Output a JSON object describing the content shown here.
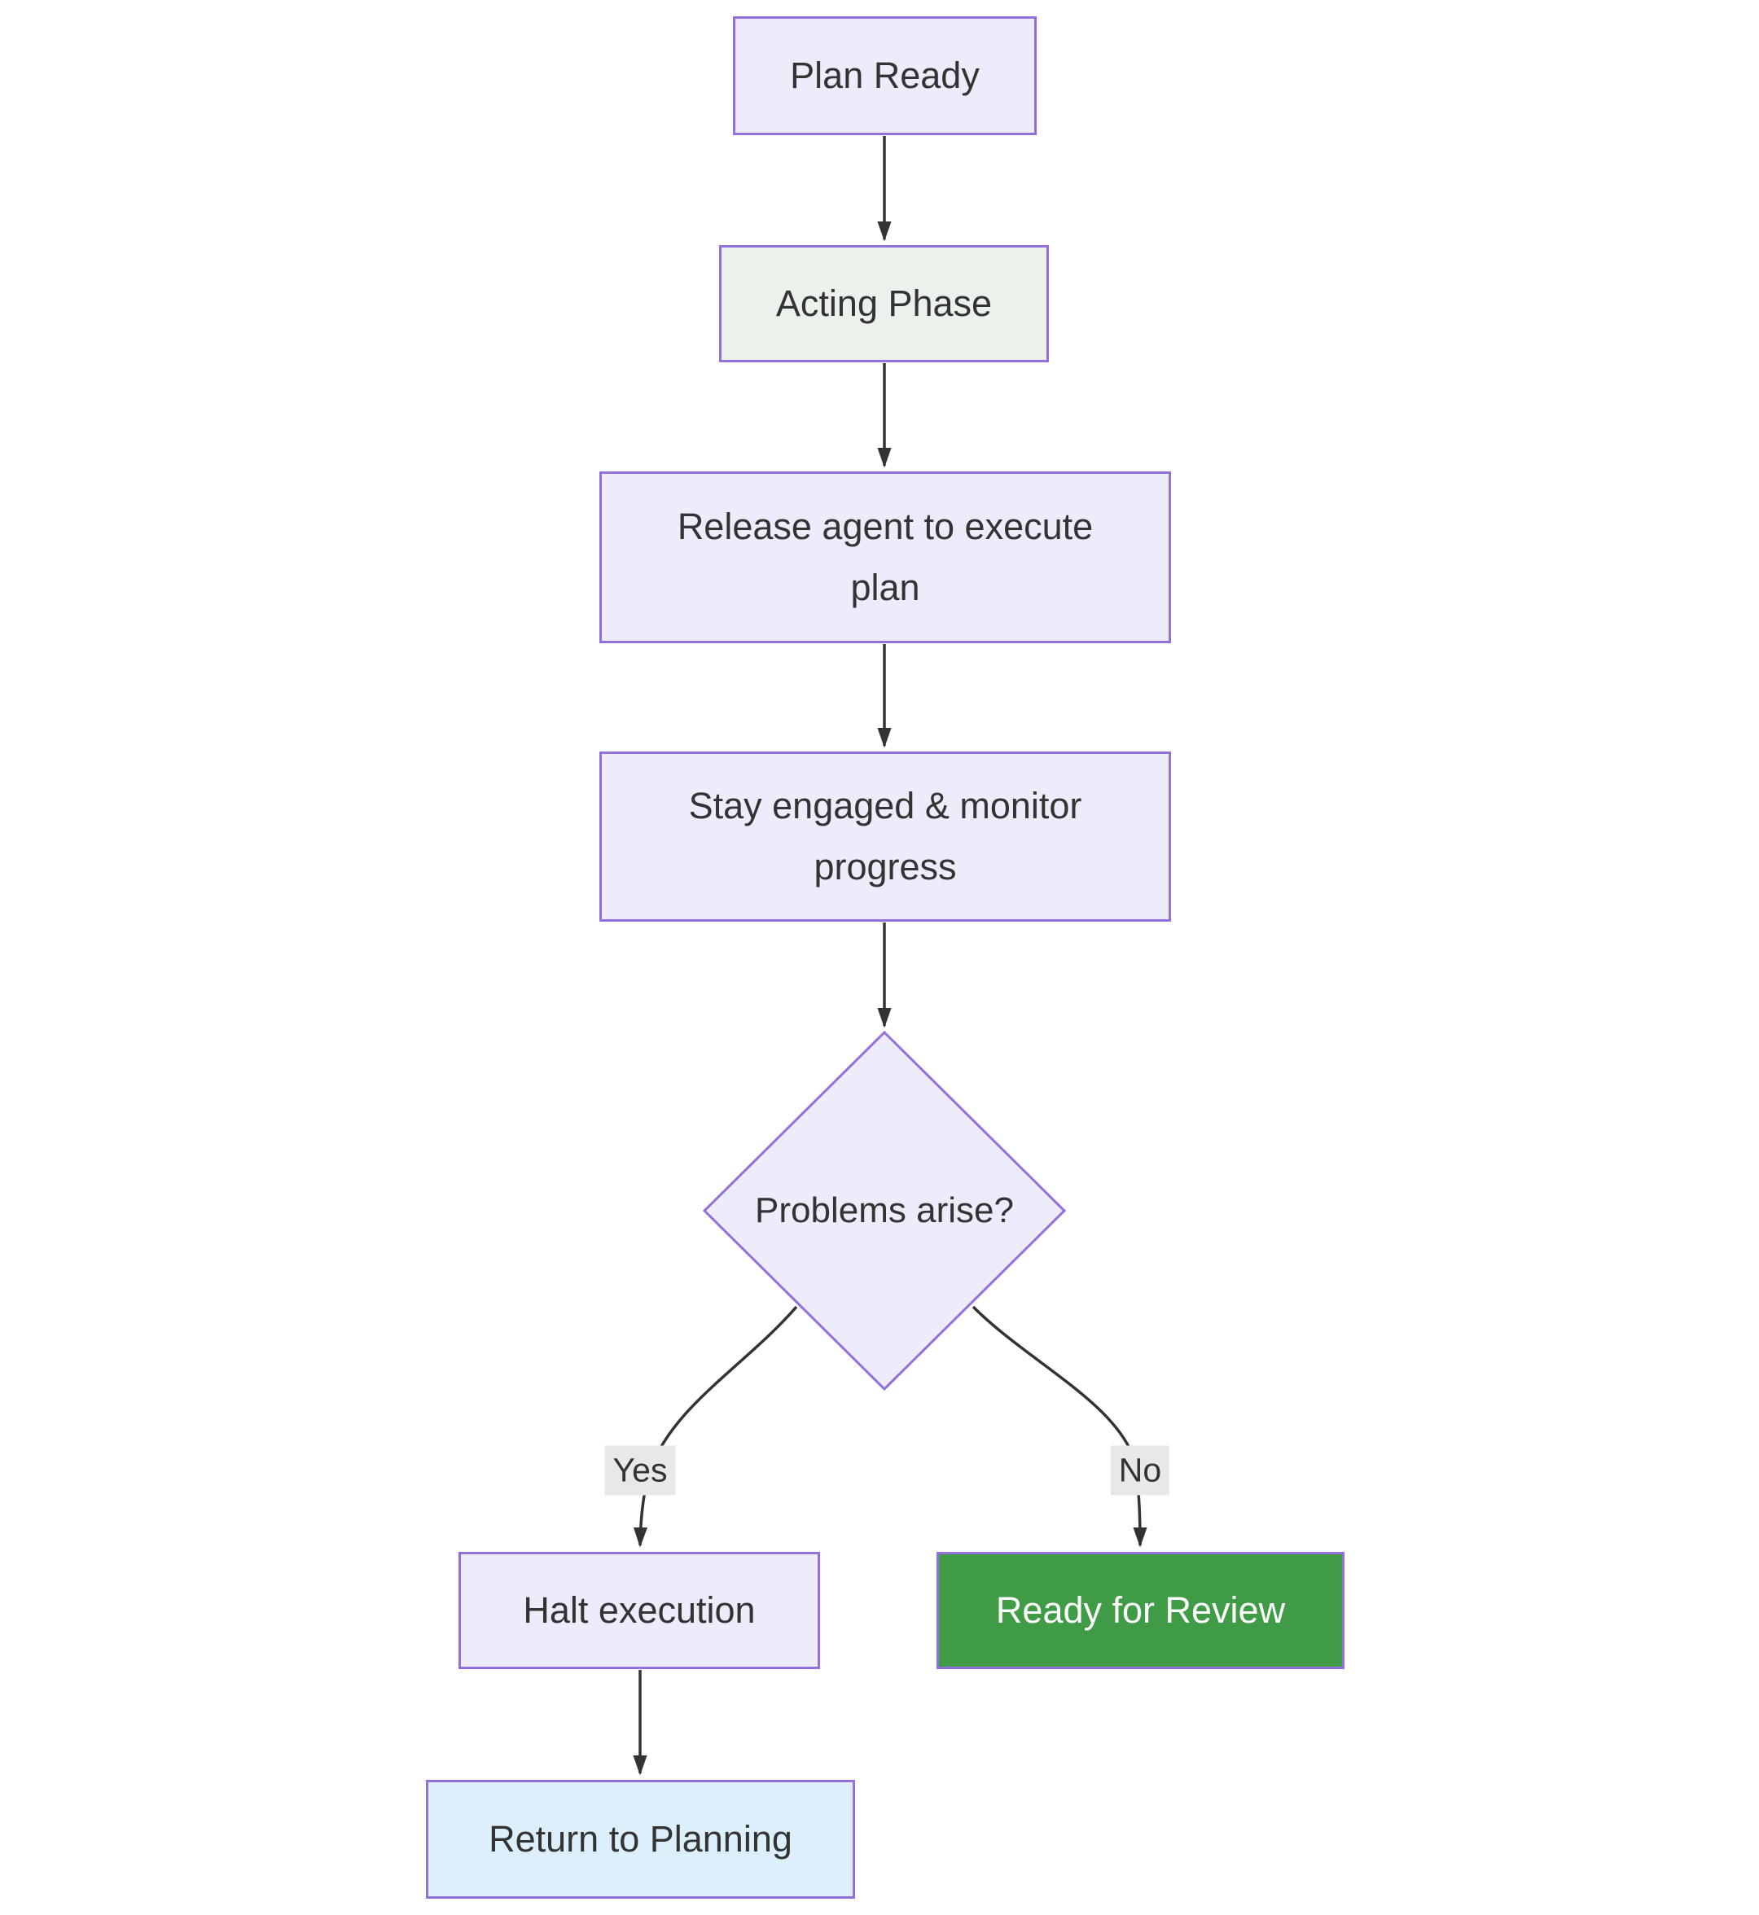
{
  "diagram_type": "flowchart",
  "background": "#FFFFFF",
  "colors": {
    "node_border": "#9370DB",
    "edge_line": "#333333",
    "default_node_fill": "#ECECFB",
    "acting_phase_fill": "#EBF1EB",
    "success_fill": "#3F9B45",
    "success_text": "#FFFFFF",
    "planning_fill": "#DDEFFB",
    "diamond_fill": "#ECECFB",
    "edge_label_bg": "#E8E8E8",
    "text": "#333333"
  },
  "nodes": {
    "plan_ready": {
      "label": "Plan Ready",
      "shape": "rect"
    },
    "acting_phase": {
      "label": "Acting Phase",
      "shape": "rect"
    },
    "release_agent": {
      "label": "Release agent to execute\nplan",
      "shape": "rect"
    },
    "monitor": {
      "label": "Stay engaged & monitor\nprogress",
      "shape": "rect"
    },
    "problems_arise": {
      "label": "Problems arise?",
      "shape": "diamond"
    },
    "halt_execution": {
      "label": "Halt execution",
      "shape": "rect"
    },
    "ready_for_review": {
      "label": "Ready for Review",
      "shape": "rect"
    },
    "return_to_planning": {
      "label": "Return to Planning",
      "shape": "rect"
    }
  },
  "edge_labels": {
    "yes": {
      "label": "Yes"
    },
    "no": {
      "label": "No"
    }
  },
  "edges": [
    {
      "from": "plan_ready",
      "to": "acting_phase"
    },
    {
      "from": "acting_phase",
      "to": "release_agent"
    },
    {
      "from": "release_agent",
      "to": "monitor"
    },
    {
      "from": "monitor",
      "to": "problems_arise"
    },
    {
      "from": "problems_arise",
      "to": "halt_execution",
      "label": "Yes"
    },
    {
      "from": "problems_arise",
      "to": "ready_for_review",
      "label": "No"
    },
    {
      "from": "halt_execution",
      "to": "return_to_planning"
    }
  ]
}
